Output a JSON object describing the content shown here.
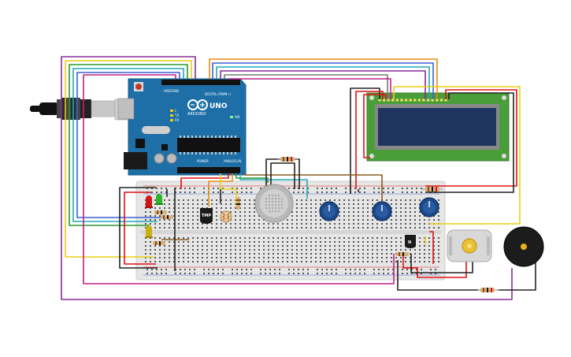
{
  "arduino": {
    "brand": "ARDUINO",
    "model": "UNO",
    "digital_label": "DIGITAL (PWM~)",
    "power_label": "POWER",
    "analog_label": "ANALOG IN",
    "aref_label": "AREF",
    "gnd_label": "GND",
    "tx_label": "TX",
    "rx_label": "RX",
    "l_label": "L",
    "on_label": "ON"
  },
  "components": {
    "temp_sensor_label": "TMP",
    "transistor_label": "N"
  },
  "colors": {
    "arduino_board": "#1e6fa8",
    "lcd_board": "#4a9e3a",
    "lcd_screen": "#1f3560",
    "breadboard": "#e8e8e8",
    "wire_red": "#e01010",
    "wire_black": "#222222",
    "wire_purple": "#8a2a9a",
    "wire_magenta": "#c0208a",
    "wire_orange": "#e88a10",
    "wire_cyan": "#20a8b8",
    "wire_green": "#2a9a2a",
    "wire_yellow": "#e8d010",
    "wire_blue": "#3a60d0",
    "wire_brown": "#8a5a20",
    "potentiometer": "#1a4a8a",
    "buzzer": "#222222",
    "motor": "#d8d8d8"
  }
}
